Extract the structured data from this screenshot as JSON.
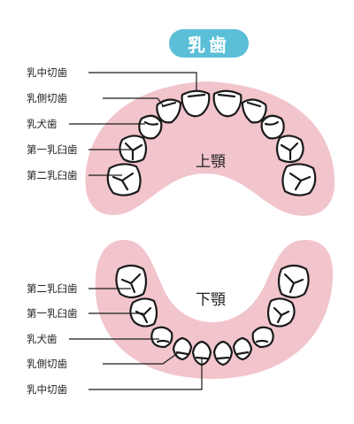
{
  "title": "乳歯",
  "colors": {
    "title_bg": "#5bbfd8",
    "gum": "#f2c4cc",
    "tooth_fill": "#ffffff",
    "tooth_stroke": "#1a1a1a"
  },
  "upper": {
    "jaw_label": "上顎",
    "labels": [
      "乳中切歯",
      "乳側切歯",
      "乳犬歯",
      "第一乳臼歯",
      "第二乳臼歯"
    ]
  },
  "lower": {
    "jaw_label": "下顎",
    "labels": [
      "第二乳臼歯",
      "第一乳臼歯",
      "乳犬歯",
      "乳側切歯",
      "乳中切歯"
    ]
  }
}
